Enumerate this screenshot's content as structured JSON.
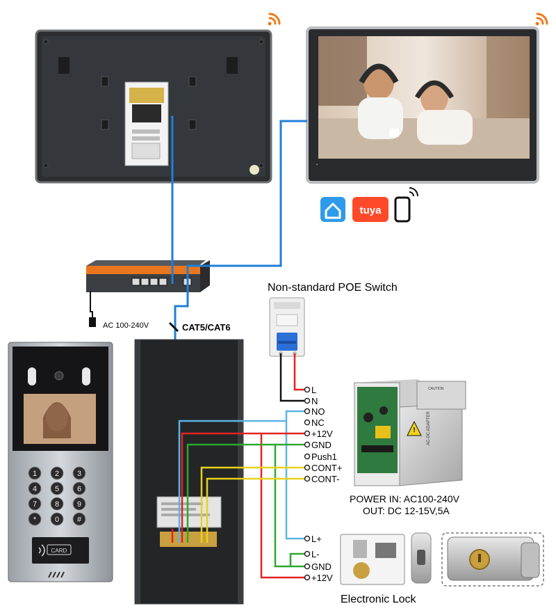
{
  "labels": {
    "switch_label": "Non-standard POE Switch",
    "ac_label": "AC 100-240V",
    "cable_label": "CAT5/CAT6",
    "power_in": "POWER  IN: AC100-240V",
    "power_out": "OUT: DC 12-15V,5A",
    "lock_label": "Electronic Lock",
    "card_label": "CARD",
    "adapter_text": "AC-DC ADAPTER",
    "caution_text": "CAUTION",
    "tuya_text": "tuya"
  },
  "terminals": {
    "power": [
      "L",
      "N"
    ],
    "door_station": [
      "NO",
      "NC",
      "+12V",
      "GND",
      "Push1",
      "CONT+",
      "CONT-"
    ],
    "lock": [
      "L+",
      "L-",
      "GND",
      "+12V"
    ]
  },
  "keypad": [
    "1",
    "2",
    "3",
    "4",
    "5",
    "6",
    "7",
    "8",
    "9",
    "*",
    "0",
    "#"
  ],
  "colors": {
    "blue_cable": "#1e7fd8",
    "cyan_wire": "#5ab4e6",
    "red_wire": "#e32222",
    "green_wire": "#2ea82e",
    "yellow_wire": "#e8d21a",
    "black_wire": "#111111",
    "wifi_orange": "#f07a1a",
    "switch_orange": "#e8761e"
  }
}
